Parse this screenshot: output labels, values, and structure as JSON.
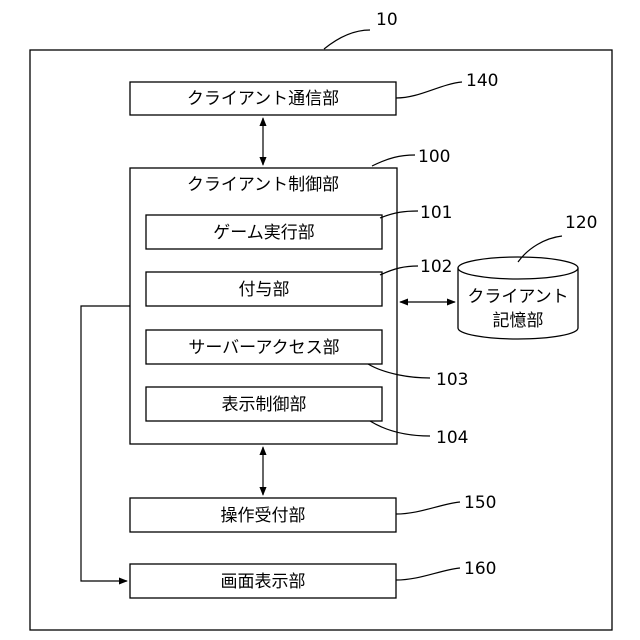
{
  "device": {
    "ref": "10"
  },
  "client_comm": {
    "label": "クライアント通信部",
    "ref": "140"
  },
  "client_control": {
    "label": "クライアント制御部",
    "ref": "100"
  },
  "game_exec": {
    "label": "ゲーム実行部",
    "ref": "101"
  },
  "grant": {
    "label": "付与部",
    "ref": "102"
  },
  "server_access": {
    "label": "サーバーアクセス部",
    "ref": "103"
  },
  "display_control": {
    "label": "表示制御部",
    "ref": "104"
  },
  "client_storage": {
    "label_line1": "クライアント",
    "label_line2": "記憶部",
    "ref": "120"
  },
  "op_receive": {
    "label": "操作受付部",
    "ref": "150"
  },
  "screen_display": {
    "label": "画面表示部",
    "ref": "160"
  }
}
